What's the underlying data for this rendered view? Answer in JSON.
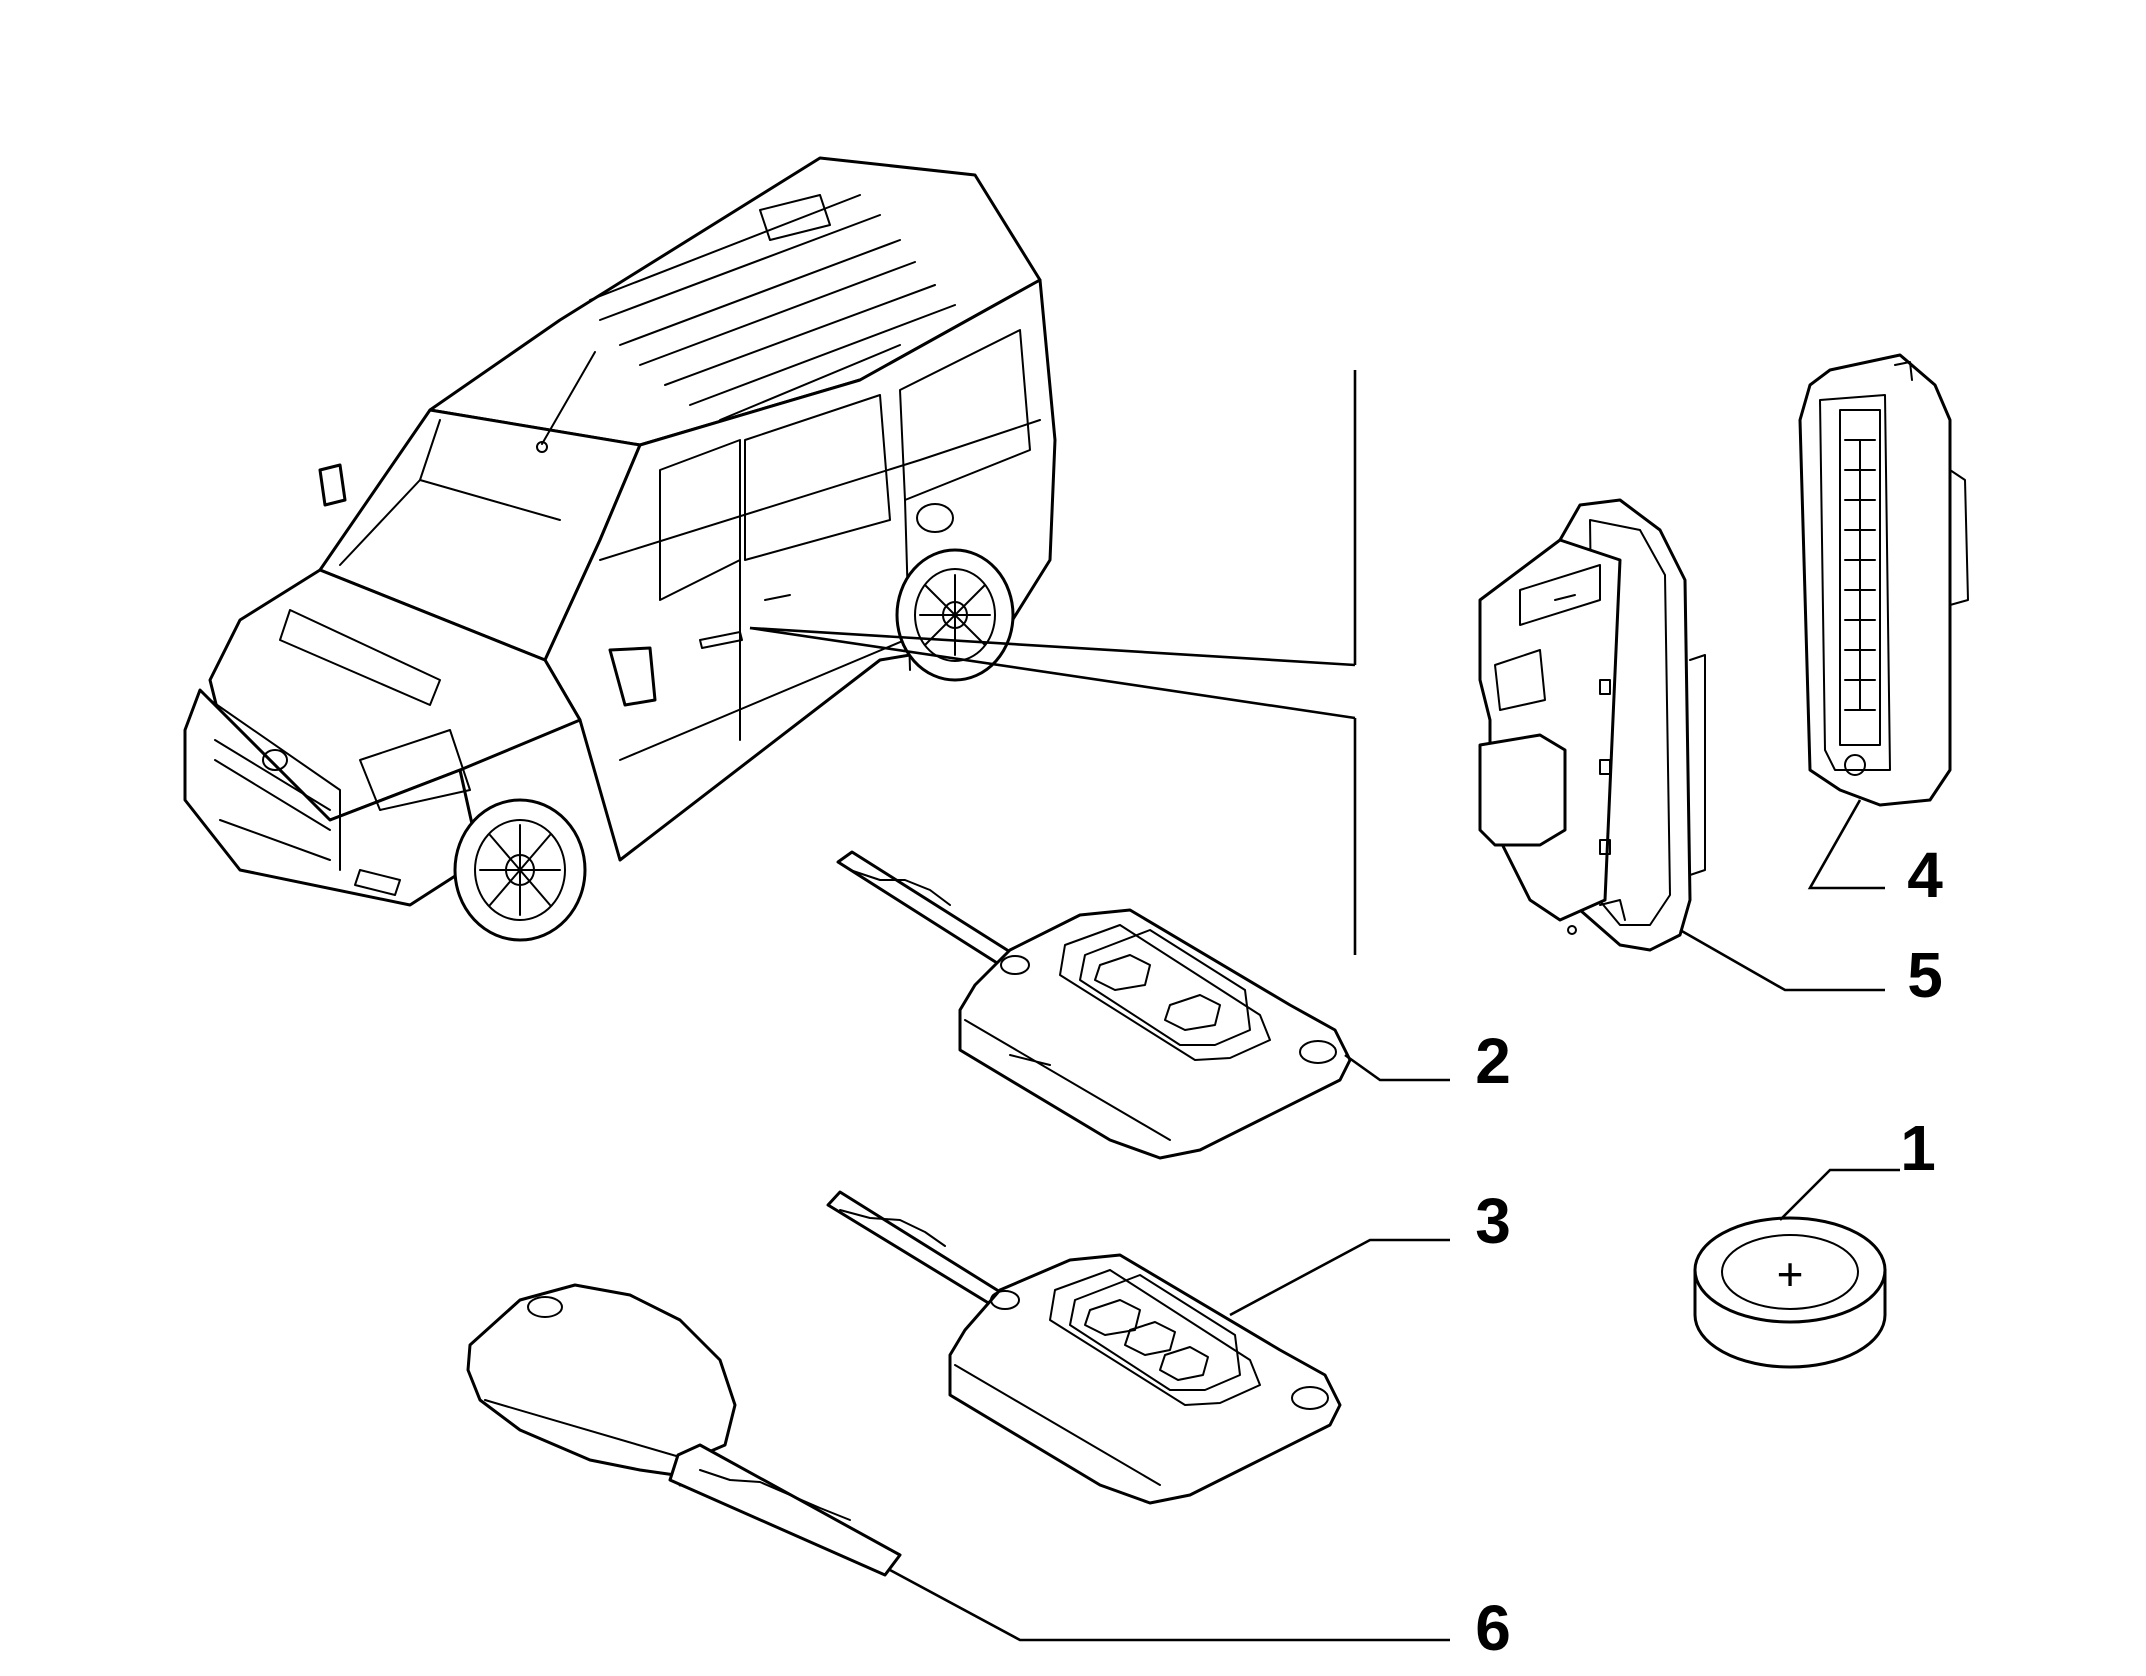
{
  "parts": [
    {
      "id": "battery",
      "label": "1",
      "icon": "coin-battery-icon"
    },
    {
      "id": "remote-key-2-button",
      "label": "2",
      "icon": "remote-key-icon"
    },
    {
      "id": "remote-key-3-button",
      "label": "3",
      "icon": "remote-key-icon"
    },
    {
      "id": "receiver-module",
      "label": "4",
      "icon": "receiver-module-icon"
    },
    {
      "id": "receiver-housing",
      "label": "5",
      "icon": "receiver-housing-icon"
    },
    {
      "id": "plain-key",
      "label": "6",
      "icon": "key-icon"
    }
  ],
  "battery_symbol": "+",
  "vehicle": {
    "icon": "van-icon"
  }
}
